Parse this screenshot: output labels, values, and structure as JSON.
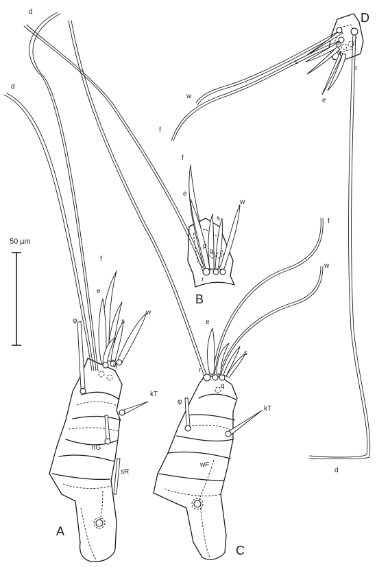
{
  "figure": {
    "panels": {
      "a": "A",
      "b": "B",
      "c": "C",
      "d": "D"
    },
    "scale_bar": {
      "label": "50 µm"
    },
    "setae": {
      "d": "d",
      "f": "f",
      "e": "e",
      "s": "s",
      "w": "w",
      "p": "p",
      "q": "q",
      "r": "r",
      "phi": "φ",
      "kT": "kT",
      "nG": "nG",
      "sR": "sR",
      "wF": "wF"
    }
  }
}
